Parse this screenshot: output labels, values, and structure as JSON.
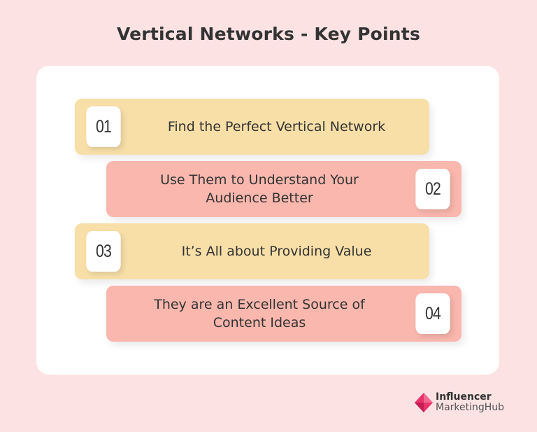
{
  "header": {
    "title": "Vertical Networks - Key Points"
  },
  "colors": {
    "background": "#fde2e3",
    "card": "#ffffff",
    "yellow_row": "#f8dfa8",
    "pink_row": "#f9b7ae",
    "text": "#333333",
    "logo_accent": "#e8336b"
  },
  "points": [
    {
      "number": "01",
      "text": "Find the Perfect Vertical Network",
      "color": "yellow",
      "align": "left"
    },
    {
      "number": "02",
      "text": "Use Them to Understand Your Audience Better",
      "color": "pink",
      "align": "right"
    },
    {
      "number": "03",
      "text": "It’s All about Providing Value",
      "color": "yellow",
      "align": "left"
    },
    {
      "number": "04",
      "text": "They are an Excellent Source of Content Ideas",
      "color": "pink",
      "align": "right"
    }
  ],
  "logo": {
    "line1": "Influencer",
    "line2": "MarketingHub",
    "icon": "diamond-logo-icon"
  }
}
